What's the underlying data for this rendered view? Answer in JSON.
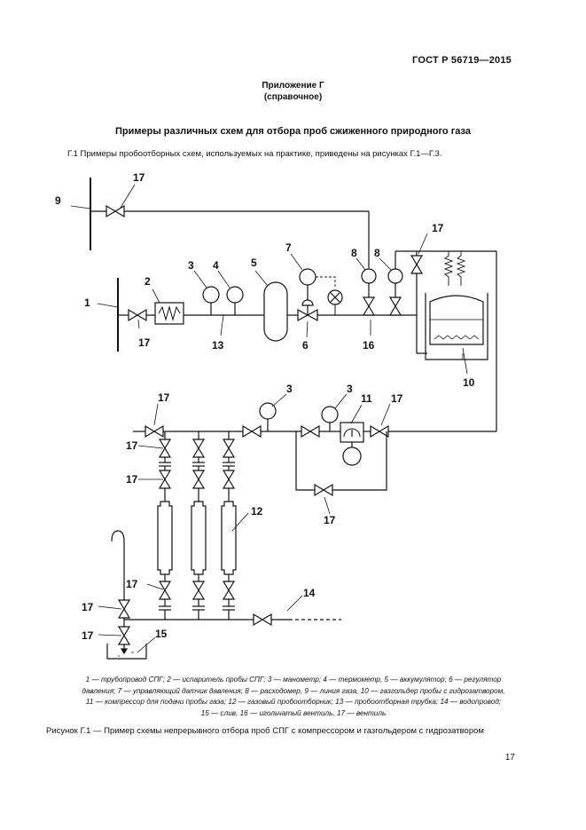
{
  "header": {
    "standard_code": "ГОСТ Р 56719—2015"
  },
  "appendix": {
    "title": "Приложение Г",
    "subtitle": "(справочное)"
  },
  "section": {
    "title": "Примеры различных схем для отбора проб сжиженного природного газа",
    "intro": "Г.1 Примеры пробоотборных схем, используемых на практике, приведены на рисунках Г.1—Г.3."
  },
  "diagram": {
    "labels": {
      "l9": "9",
      "l17_top": "17",
      "l1": "1",
      "l17_line1": "17",
      "l2": "2",
      "l3_a": "3",
      "l4": "4",
      "l5": "5",
      "l7": "7",
      "l8_a": "8",
      "l8_b": "8",
      "l17_right": "17",
      "l13": "13",
      "l6": "6",
      "l16": "16",
      "l10": "10",
      "l17_mid_left": "17",
      "l3_b": "3",
      "l3_c": "3",
      "l11": "11",
      "l17_mid_right": "17",
      "l17_v1": "17",
      "l17_v2": "17",
      "l12": "12",
      "l17_bypass": "17",
      "l17_v3": "17",
      "l14": "14",
      "l17_drain1": "17",
      "l17_drain2": "17",
      "l15": "15"
    }
  },
  "legend": {
    "line1": "1 — трубопровод СПГ; 2 — испаритель пробы СПГ; 3 — манометр; 4 — термометр, 5 — аккумулятор; 6 — регулятор",
    "line2": "давления; 7 — управляющий датчик давления; 8 — расходомер, 9 — линия газа, 10 — газгольдер пробы с гидрозатвором,",
    "line3": "11 — компрессор для подачи пробы газа; 12 — газовый пробоотборник; 13 — пробоотборная трубка; 14 — водопровод;",
    "line4": "15 — слив, 16 — игольчатый вентиль, 17 — вентиль"
  },
  "figure": {
    "caption": "Рисунок Г.1 — Пример схемы непрерывного отбора проб СПГ с компрессором и газгольдером с гидрозатвором"
  },
  "page": {
    "number": "17"
  }
}
